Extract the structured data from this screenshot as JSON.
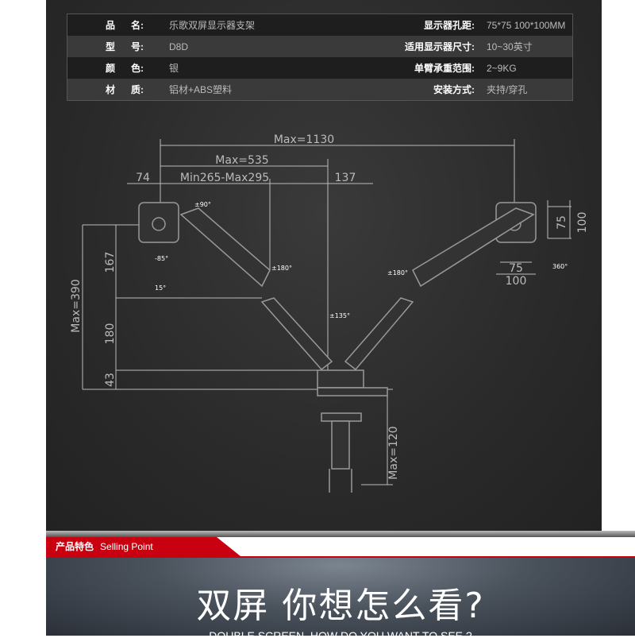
{
  "specs": [
    {
      "k1": "品",
      "k2": "名:",
      "v1": "乐歌双屏显示器支架",
      "k3": "显示器孔距:",
      "v2": "75*75 100*100MM"
    },
    {
      "k1": "型",
      "k2": "号:",
      "v1": "D8D",
      "k3": "适用显示器尺寸:",
      "v2": "10~30英寸"
    },
    {
      "k1": "颜",
      "k2": "色:",
      "v1": "银",
      "k3": "单臂承重范围:",
      "v2": "2~9KG"
    },
    {
      "k1": "材",
      "k2": "质:",
      "v1": "铝材+ABS塑料",
      "k3": "安装方式:",
      "v2": "夹持/穿孔"
    }
  ],
  "diagram": {
    "max_width": "Max=1130",
    "max_arm": "Max=535",
    "offset_left": "74",
    "arm_range": "Min265-Max295",
    "offset_right": "137",
    "max_height": "Max=390",
    "h1": "167",
    "h2": "180",
    "h3": "43",
    "tilt_up": "±90°",
    "tilt_down": "-85°",
    "tilt_small": "15°",
    "rot_left": "±180°",
    "rot_right": "±180°",
    "swing": "±135°",
    "vesa_v75": "75",
    "vesa_v100": "100",
    "vesa_h75": "75",
    "vesa_h100": "100",
    "rotate": "360°",
    "desk": "Max=120"
  },
  "banner": {
    "cn": "产品特色",
    "en": "Selling Point"
  },
  "hero": {
    "title": "双屏  你想怎么看?",
    "subtitle": "DOUBLE SCREEN, HOW DO YOU WANT TO SEE ?"
  },
  "colors": {
    "accent": "#c8000f"
  }
}
